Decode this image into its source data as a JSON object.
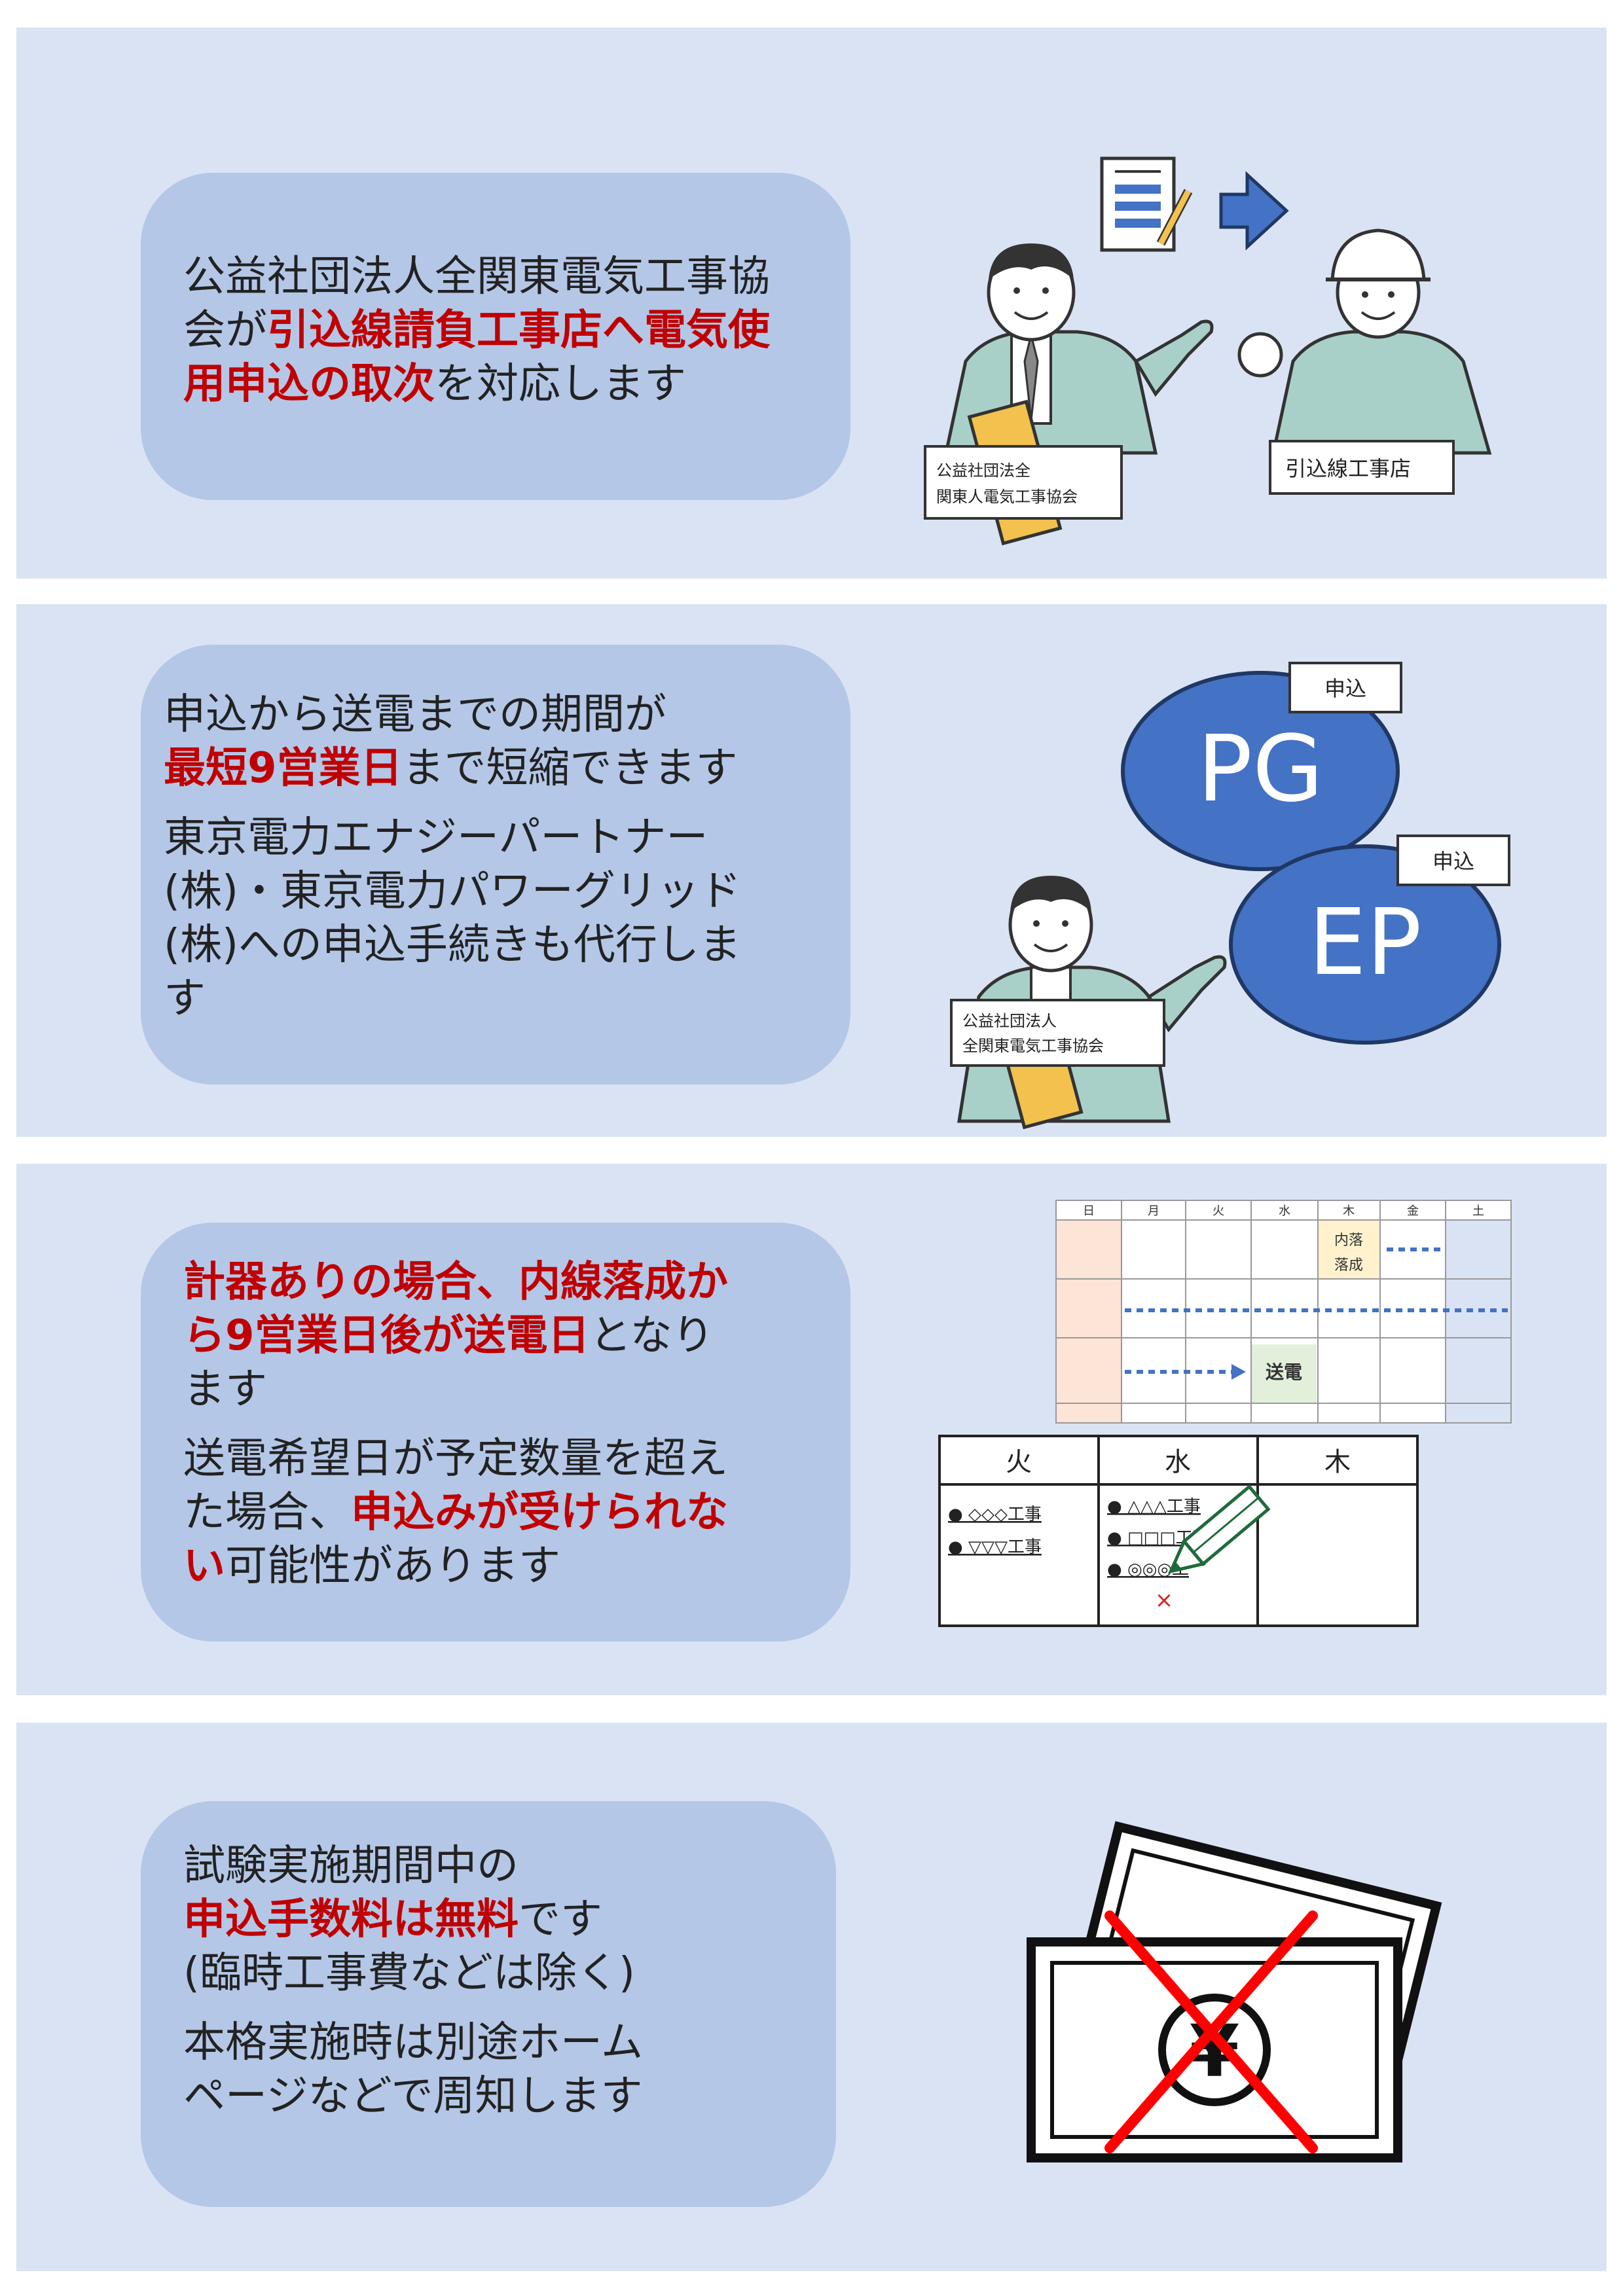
{
  "panel1": {
    "line1": "公益社団法人全関東電気工事協",
    "line2_pre": "会が",
    "line2_hl": "引込線請負工事店へ電気使",
    "line3_hl": "用申込の取次",
    "line3_post": "を対応します",
    "sign_assoc_line1": "公益社団法全",
    "sign_assoc_line2": "関東人電気工事協会",
    "sign_contractor": "引込線工事店"
  },
  "panel2": {
    "line1": "申込から送電までの期間が",
    "line2_hl": "最短9営業日",
    "line2_post": "まで短縮できます",
    "line3": "東京電力エナジーパートナー",
    "line4": "(株)・東京電力パワーグリッド",
    "line5": "(株)への申込手続きも代行しま",
    "line6": "す",
    "oval_pg": "PG",
    "oval_ep": "EP",
    "tag_pg": "申込",
    "tag_ep": "申込",
    "sign_line1": "公益社団法人",
    "sign_line2": "全関東電気工事協会"
  },
  "panel3": {
    "line1_hl": "計器ありの場合、内線落成か",
    "line2_hl": "ら9営業日後が送電日",
    "line2_post": "となり",
    "line3": "ます",
    "line4": "送電希望日が予定数量を超え",
    "line5_pre": "た場合、",
    "line5_hl": "申込みが受けられな",
    "line6_hl": "い",
    "line6_post": "可能性があります",
    "calendar_days": [
      "日",
      "月",
      "火",
      "水",
      "木",
      "金",
      "土"
    ],
    "cal_naiseki_1": "内落",
    "cal_naiseki_2": "落成",
    "cal_soden": "送電",
    "sched_days": [
      "火",
      "水",
      "木"
    ],
    "sched_tue": [
      "● ◇◇◇工事",
      "● ▽▽▽工事"
    ],
    "sched_wed": [
      "● △△△工事",
      "● □□□工事",
      "● ◎◎◎工"
    ],
    "sched_x": "×"
  },
  "panel4": {
    "line1": "試験実施期間中の",
    "line2_hl": "申込手数料は無料",
    "line2_post": "です",
    "line3": "(臨時工事費などは除く)",
    "line4": "本格実施時は別途ホーム",
    "line5": "ページなどで周知します",
    "yen": "¥"
  }
}
